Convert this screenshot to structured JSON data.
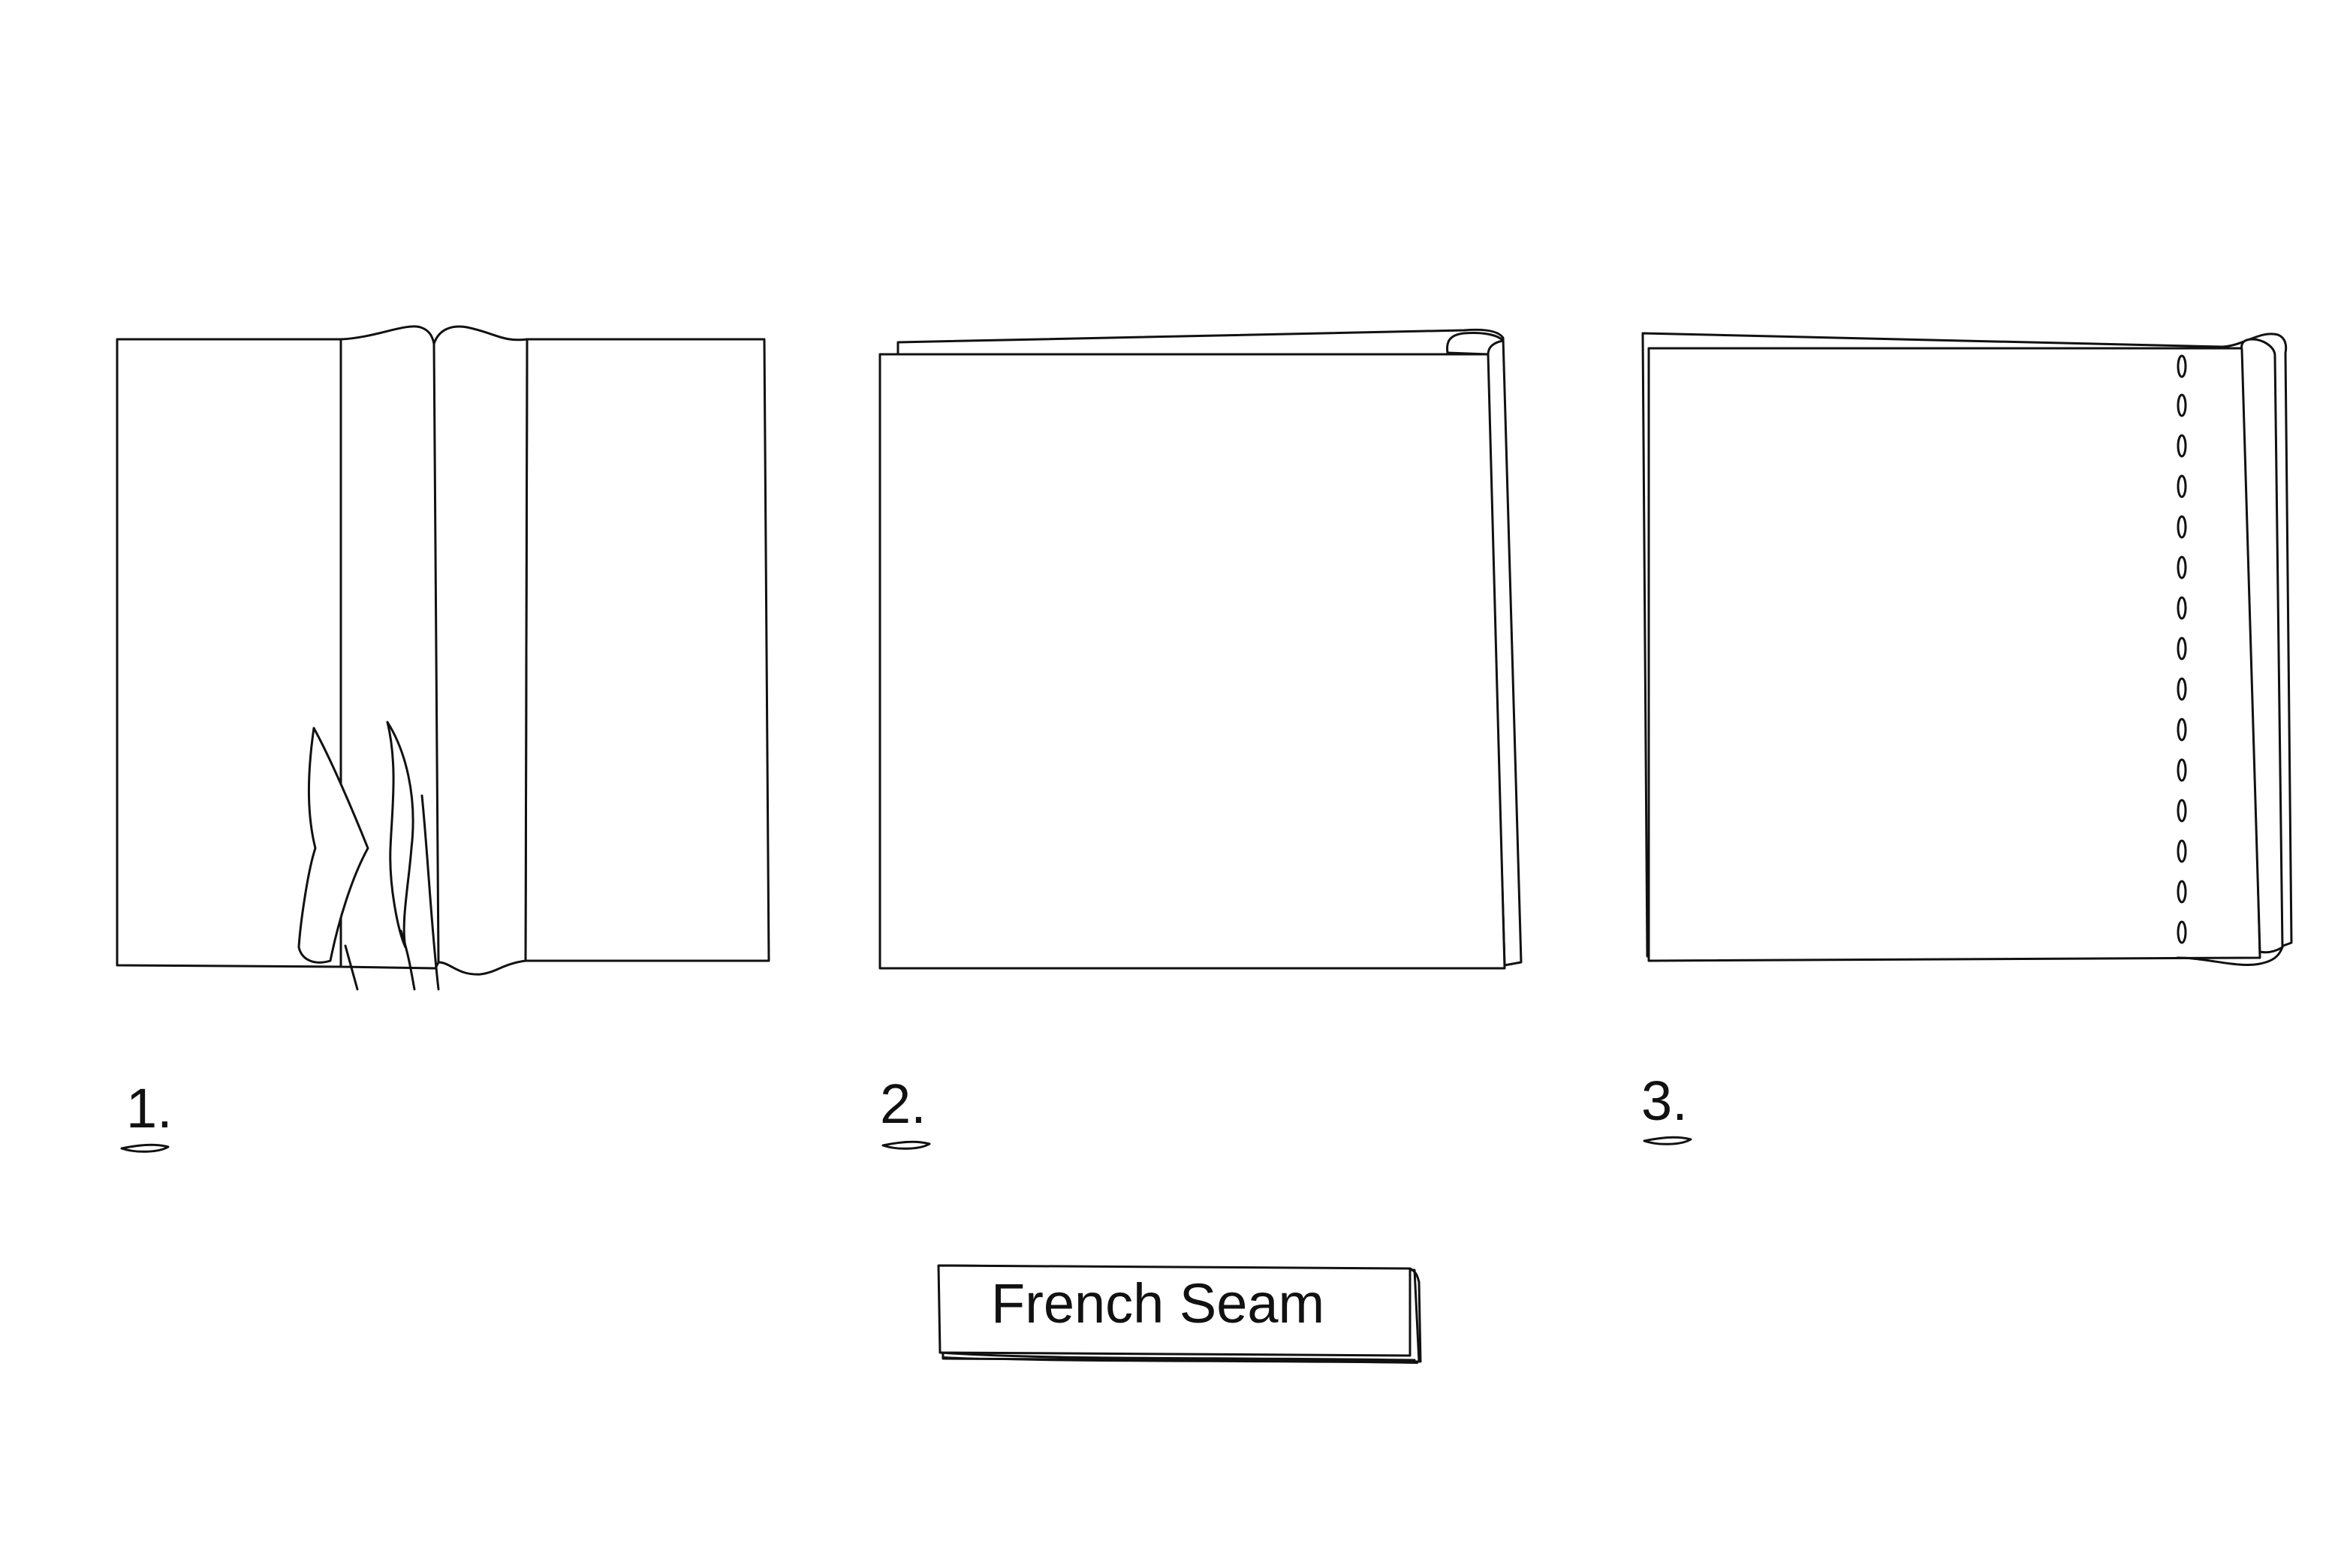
{
  "diagram": {
    "title": "French Seam",
    "steps": [
      {
        "label": "1."
      },
      {
        "label": "2."
      },
      {
        "label": "3."
      }
    ],
    "colors": {
      "line": "#111111",
      "background": "#ffffff",
      "fabric": "#ffffff"
    }
  }
}
